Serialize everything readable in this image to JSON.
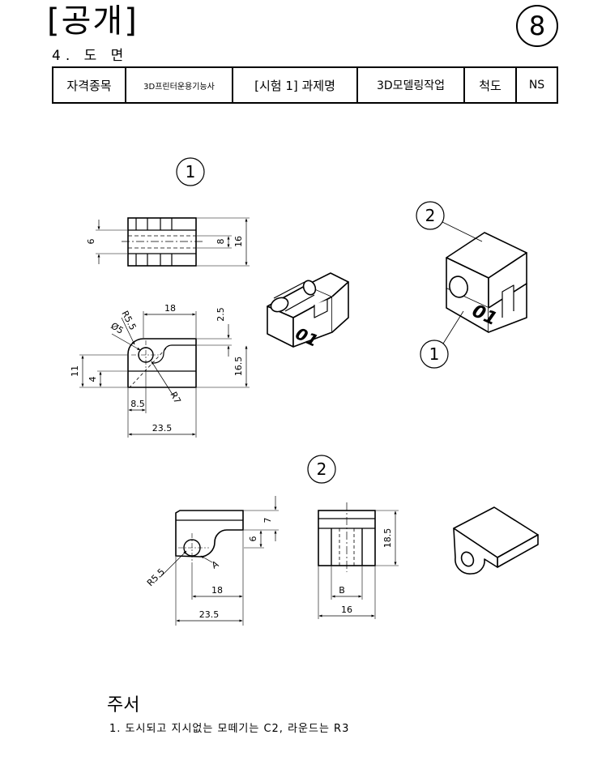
{
  "header": {
    "title": "[공개]",
    "section": "4. 도 면",
    "sheet_number": "8"
  },
  "title_block": {
    "field_label": "자격종목",
    "field_value": "3D프린터운용기능사",
    "task_label": "[시험 1] 과제명",
    "task_value": "3D모델링작업",
    "scale_label": "척도",
    "scale_value": "NS"
  },
  "balloons": {
    "part1_title": "1",
    "part2_title": "2",
    "assembly_part2": "2",
    "assembly_part1": "1"
  },
  "part1_dims": {
    "top_left": "6",
    "top_inner": "8",
    "top_right": "16",
    "front_radius": "R5.5",
    "front_hole": "Ø5",
    "front_width": "18",
    "front_top_offset": "2.5",
    "front_height": "16.5",
    "front_left_height": "11",
    "front_center_height": "4",
    "front_arc": "R7",
    "front_center_x": "8.5",
    "front_total_width": "23.5",
    "iso_mark": "01"
  },
  "part2_dims": {
    "top_depth": "7",
    "step": "6",
    "radius": "R5.5",
    "section_mark": "A",
    "width": "18",
    "total_width": "23.5",
    "side_height": "18.5",
    "slot": "B",
    "side_width": "16"
  },
  "notes": {
    "title": "주서",
    "line1": "1. 도시되고 지시없는 모떼기는 C2, 라운드는 R3"
  }
}
